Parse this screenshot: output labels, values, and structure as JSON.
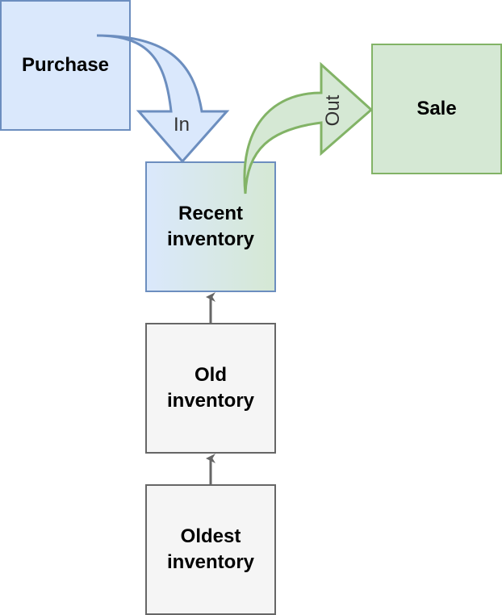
{
  "nodes": {
    "purchase": "Purchase",
    "sale": "Sale",
    "recent": [
      "Recent",
      "inventory"
    ],
    "old": [
      "Old",
      "inventory"
    ],
    "oldest": [
      "Oldest",
      "inventory"
    ]
  },
  "arrows": {
    "in_label": "In",
    "out_label": "Out"
  },
  "colors": {
    "blue_fill": "#dae8fc",
    "blue_stroke": "#6c8ebf",
    "green_fill": "#d5e8d4",
    "green_stroke": "#82b366",
    "grey_fill": "#f5f5f5",
    "grey_stroke": "#666666"
  }
}
